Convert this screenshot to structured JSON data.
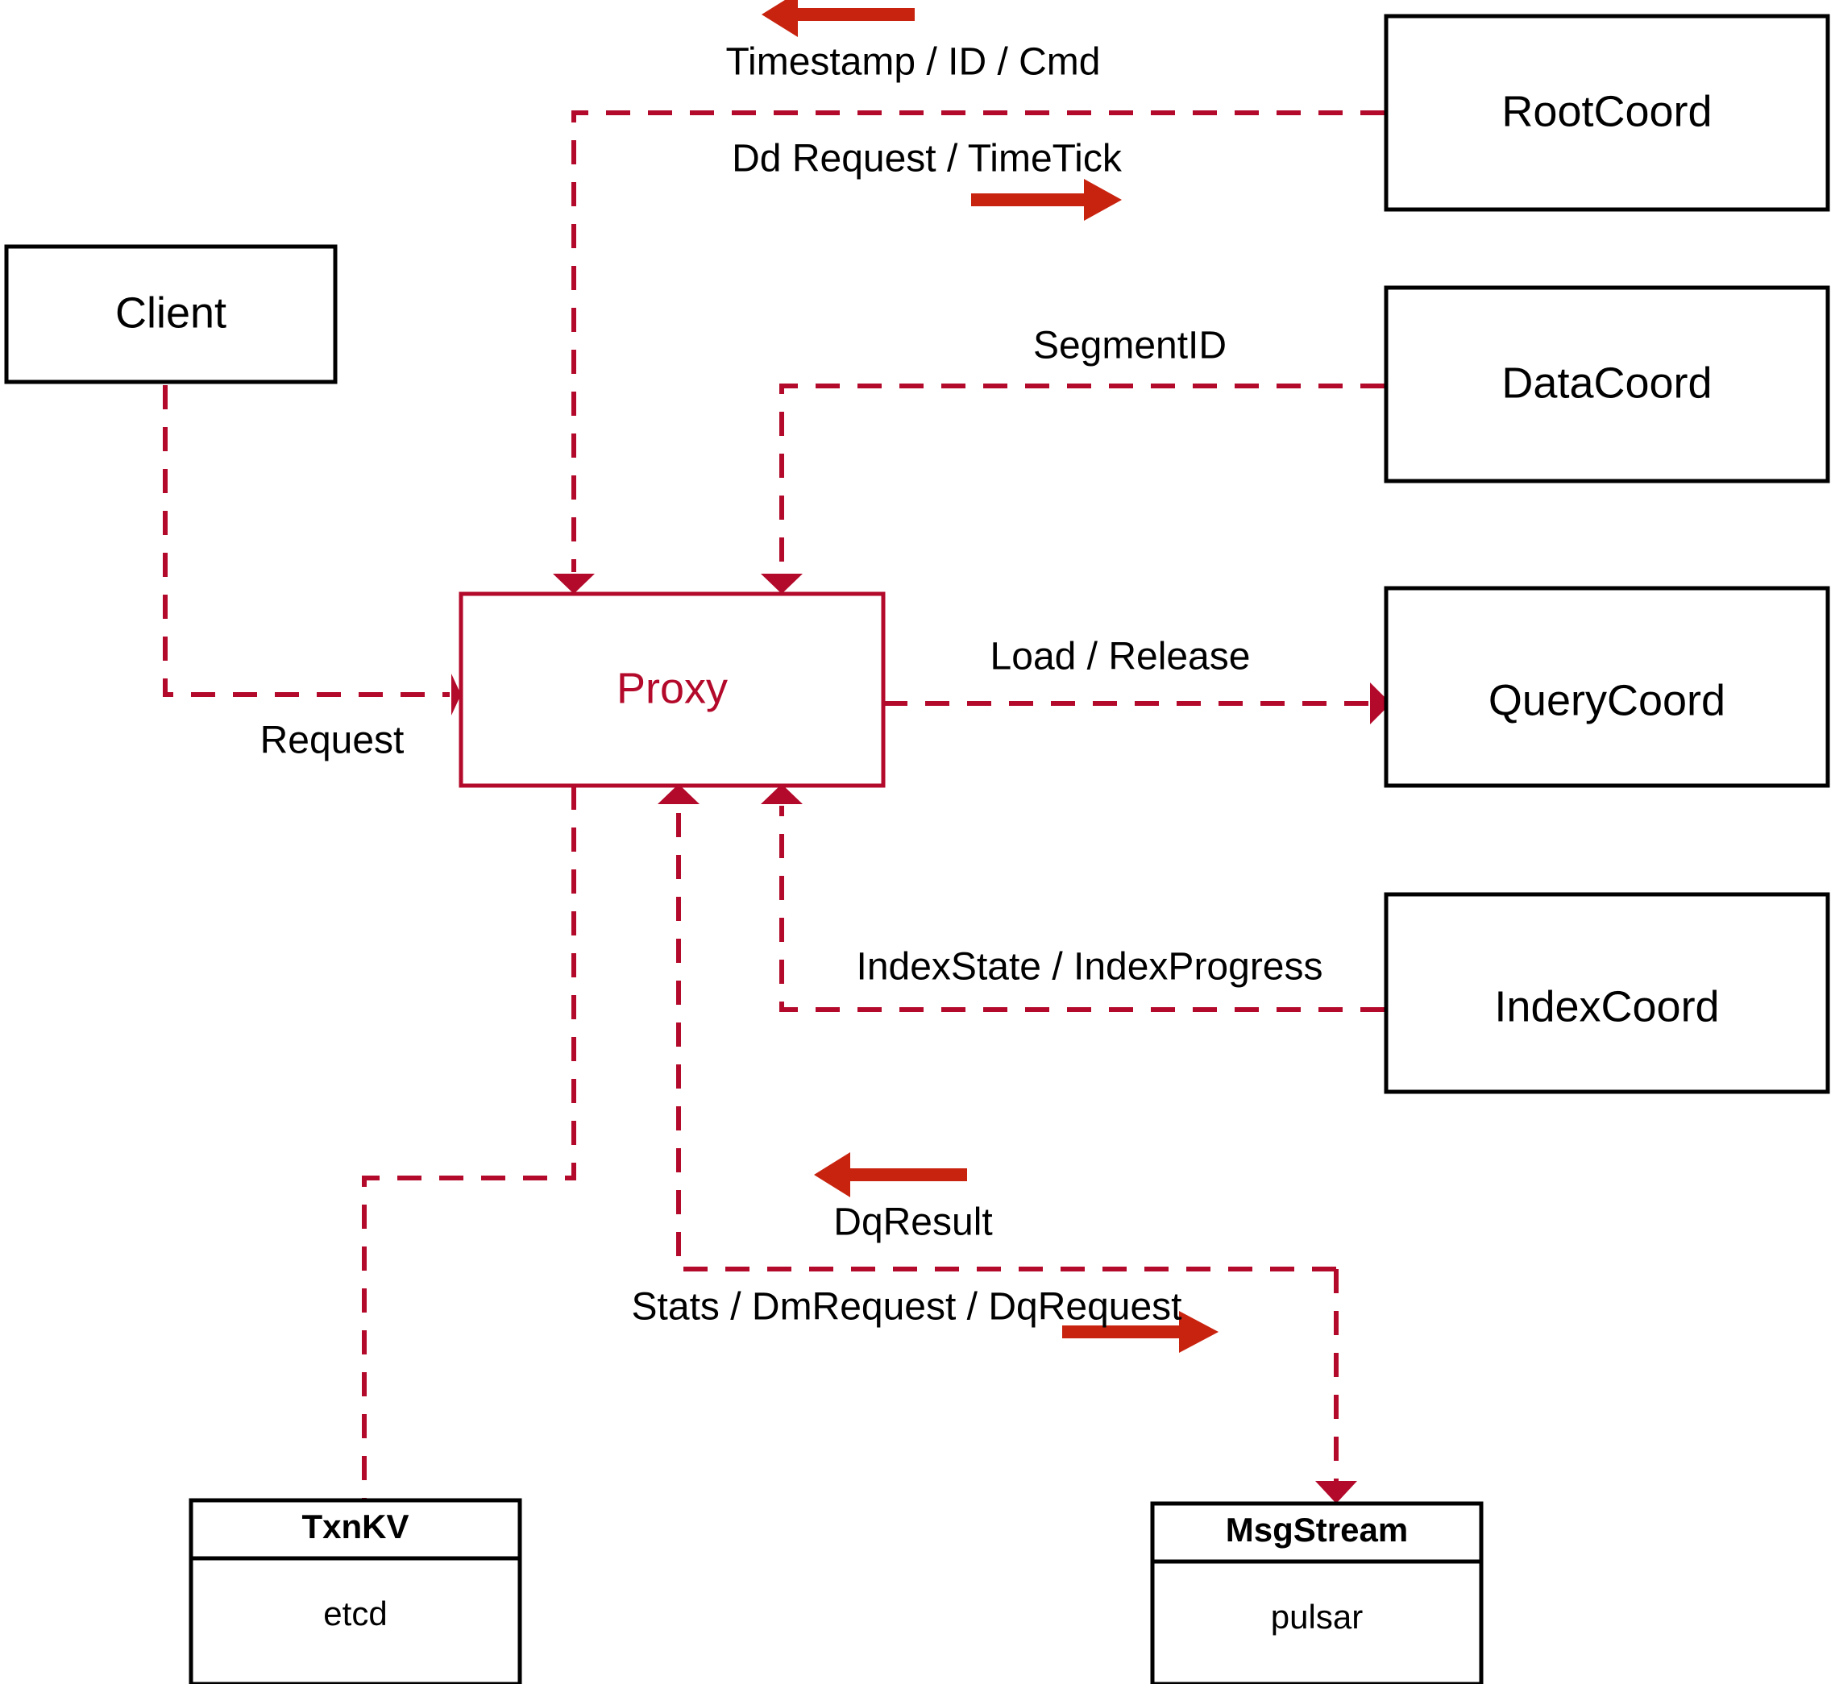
{
  "diagram": {
    "title": "Milvus Proxy component interaction diagram",
    "colors": {
      "accent_red": "#b3092a",
      "arrow_red": "#c8230f",
      "node_stroke": "#000000",
      "background": "#ffffff"
    },
    "nodes": [
      {
        "id": "client",
        "label": "Client",
        "style": "plain"
      },
      {
        "id": "proxy",
        "label": "Proxy",
        "style": "accent"
      },
      {
        "id": "rootcoord",
        "label": "RootCoord",
        "style": "plain"
      },
      {
        "id": "datacoord",
        "label": "DataCoord",
        "style": "plain"
      },
      {
        "id": "querycoord",
        "label": "QueryCoord",
        "style": "plain"
      },
      {
        "id": "indexcoord",
        "label": "IndexCoord",
        "style": "plain"
      }
    ],
    "compound_nodes": [
      {
        "id": "txnkv",
        "header": "TxnKV",
        "body": "etcd"
      },
      {
        "id": "msgstream",
        "header": "MsgStream",
        "body": "pulsar"
      }
    ],
    "edge_labels": [
      {
        "id": "timestamp-id-cmd",
        "text": "Timestamp / ID / Cmd",
        "direction": "leftward"
      },
      {
        "id": "dd-request-timetick",
        "text": "Dd Request / TimeTick",
        "direction": "rightward"
      },
      {
        "id": "segmentid",
        "text": "SegmentID",
        "direction": "leftward"
      },
      {
        "id": "load-release",
        "text": "Load / Release",
        "direction": "rightward"
      },
      {
        "id": "indexstate",
        "text": "IndexState / IndexProgress",
        "direction": "leftward"
      },
      {
        "id": "request",
        "text": "Request",
        "direction": "rightward"
      },
      {
        "id": "dqresult",
        "text": "DqResult",
        "direction": "leftward"
      },
      {
        "id": "stats-dm-dq",
        "text": "Stats / DmRequest / DqRequest",
        "direction": "rightward"
      }
    ]
  }
}
